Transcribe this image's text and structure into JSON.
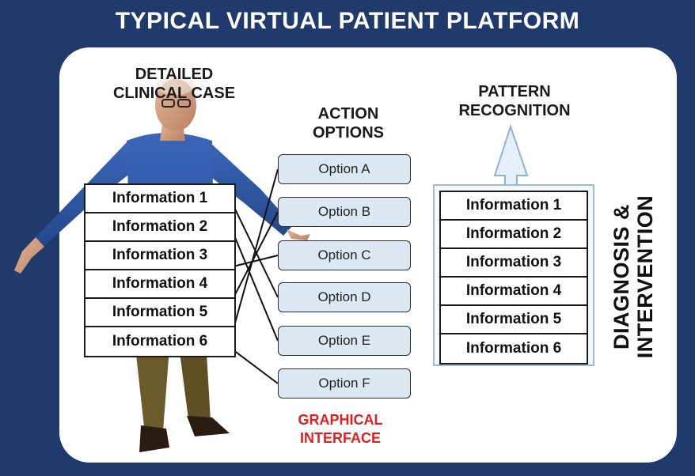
{
  "title": "TYPICAL VIRTUAL PATIENT PLATFORM",
  "clinical_case_label": [
    "DETAILED",
    "CLINICAL CASE"
  ],
  "action_options_label": [
    "ACTION",
    "OPTIONS"
  ],
  "pattern_recognition_label": [
    "PATTERN",
    "RECOGNITION"
  ],
  "diagnosis_label": [
    "DIAGNOSIS &",
    "INTERVENTION"
  ],
  "graphical_interface_label": [
    "GRAPHICAL",
    "INTERFACE"
  ],
  "information_items": [
    "Information 1",
    "Information 2",
    "Information 3",
    "Information 4",
    "Information 5",
    "Information 6"
  ],
  "pattern_items": [
    "Information 1",
    "Information 2",
    "Information 3",
    "Information 4",
    "Information 5",
    "Information 6"
  ],
  "options": [
    "Option A",
    "Option B",
    "Option C",
    "Option D",
    "Option E",
    "Option F"
  ],
  "connections": [
    [
      1,
      3
    ],
    [
      2,
      4
    ],
    [
      3,
      2
    ],
    [
      4,
      1
    ],
    [
      5,
      0
    ],
    [
      6,
      5
    ]
  ],
  "colors": {
    "background": "#1f3a6b",
    "panel": "#ffffff",
    "option_fill": "#dce9f5",
    "arrow_fill": "#e6f0fa",
    "arrow_stroke": "#8fb2d4",
    "accent_red": "#e02020"
  }
}
